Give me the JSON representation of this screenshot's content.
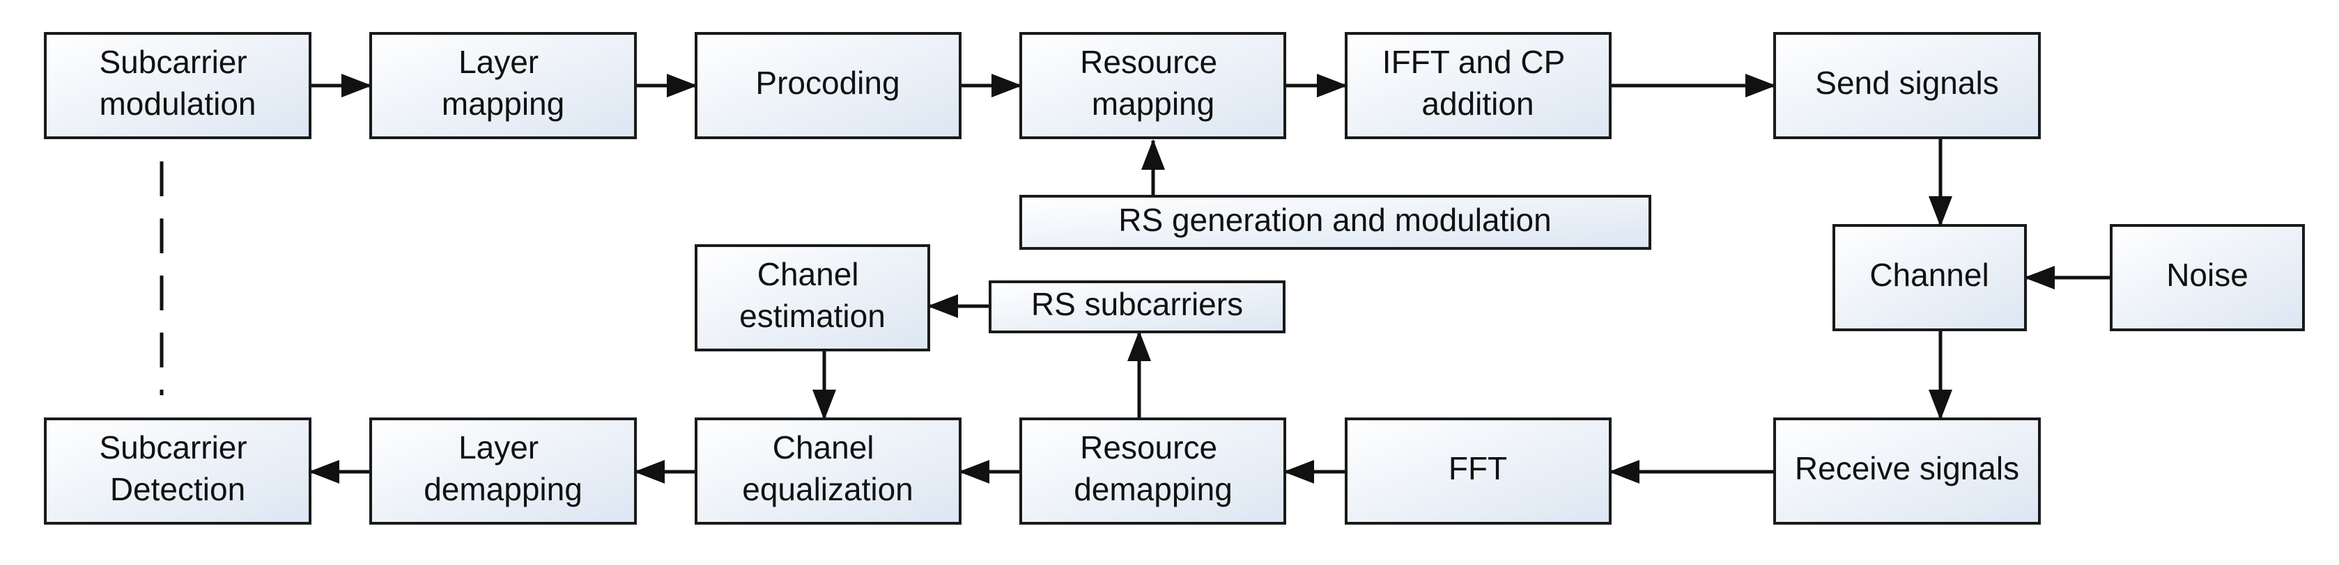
{
  "blocks": [
    {
      "id": "subcarrier-modulation",
      "lines": [
        "Subcarrier",
        "modulation"
      ]
    },
    {
      "id": "layer-mapping",
      "lines": [
        "Layer",
        "mapping"
      ]
    },
    {
      "id": "precoding",
      "lines": [
        "Procoding"
      ]
    },
    {
      "id": "resource-mapping",
      "lines": [
        "Resource",
        "mapping"
      ]
    },
    {
      "id": "ifft-cp-addition",
      "lines": [
        "IFFT and CP",
        "addition"
      ]
    },
    {
      "id": "send-signals",
      "lines": [
        "Send signals"
      ]
    },
    {
      "id": "rs-generation",
      "lines": [
        "RS generation and modulation"
      ]
    },
    {
      "id": "channel",
      "lines": [
        "Channel"
      ]
    },
    {
      "id": "noise",
      "lines": [
        "Noise"
      ]
    },
    {
      "id": "channel-estimation",
      "lines": [
        "Chanel",
        "estimation"
      ]
    },
    {
      "id": "rs-subcarriers",
      "lines": [
        "RS subcarriers"
      ]
    },
    {
      "id": "subcarrier-detection",
      "lines": [
        "Subcarrier",
        "Detection"
      ]
    },
    {
      "id": "layer-demapping",
      "lines": [
        "Layer",
        "demapping"
      ]
    },
    {
      "id": "channel-equalization",
      "lines": [
        "Chanel",
        "equalization"
      ]
    },
    {
      "id": "resource-demapping",
      "lines": [
        "Resource",
        "demapping"
      ]
    },
    {
      "id": "fft",
      "lines": [
        "FFT"
      ]
    },
    {
      "id": "receive-signals",
      "lines": [
        "Receive signals"
      ]
    }
  ],
  "connections": [
    {
      "from": "subcarrier-modulation",
      "to": "layer-mapping"
    },
    {
      "from": "layer-mapping",
      "to": "precoding"
    },
    {
      "from": "precoding",
      "to": "resource-mapping"
    },
    {
      "from": "resource-mapping",
      "to": "ifft-cp-addition"
    },
    {
      "from": "ifft-cp-addition",
      "to": "send-signals"
    },
    {
      "from": "rs-generation",
      "to": "resource-mapping"
    },
    {
      "from": "send-signals",
      "to": "channel"
    },
    {
      "from": "noise",
      "to": "channel"
    },
    {
      "from": "channel",
      "to": "receive-signals"
    },
    {
      "from": "receive-signals",
      "to": "fft"
    },
    {
      "from": "fft",
      "to": "resource-demapping"
    },
    {
      "from": "resource-demapping",
      "to": "rs-subcarriers"
    },
    {
      "from": "rs-subcarriers",
      "to": "channel-estimation"
    },
    {
      "from": "channel-estimation",
      "to": "channel-equalization"
    },
    {
      "from": "resource-demapping",
      "to": "channel-equalization"
    },
    {
      "from": "channel-equalization",
      "to": "layer-demapping"
    },
    {
      "from": "layer-demapping",
      "to": "subcarrier-detection"
    },
    {
      "from": "subcarrier-modulation",
      "to": "subcarrier-detection",
      "style": "dashed"
    }
  ]
}
